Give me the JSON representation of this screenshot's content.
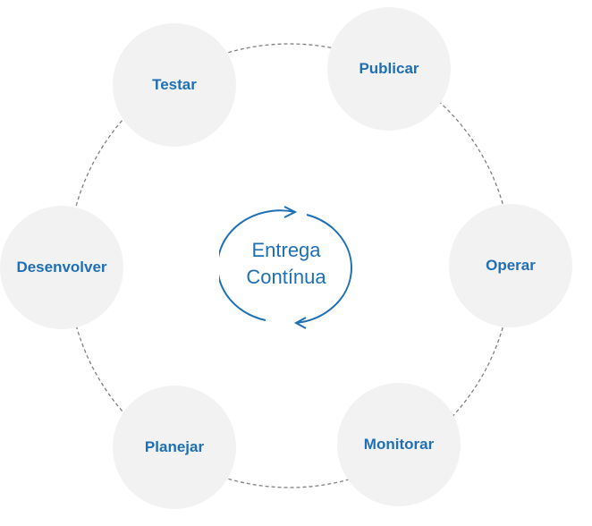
{
  "center": {
    "line1": "Entrega",
    "line2": "Contínua"
  },
  "stages": {
    "testar": "Testar",
    "publicar": "Publicar",
    "desenvolver": "Desenvolver",
    "operar": "Operar",
    "planejar": "Planejar",
    "monitorar": "Monitorar"
  },
  "colors": {
    "accent": "#1f6fb5",
    "node_fill": "#f2f2f2",
    "ring": "#7f7f7f"
  },
  "icons": {
    "center": "cycle-arrows-icon"
  }
}
